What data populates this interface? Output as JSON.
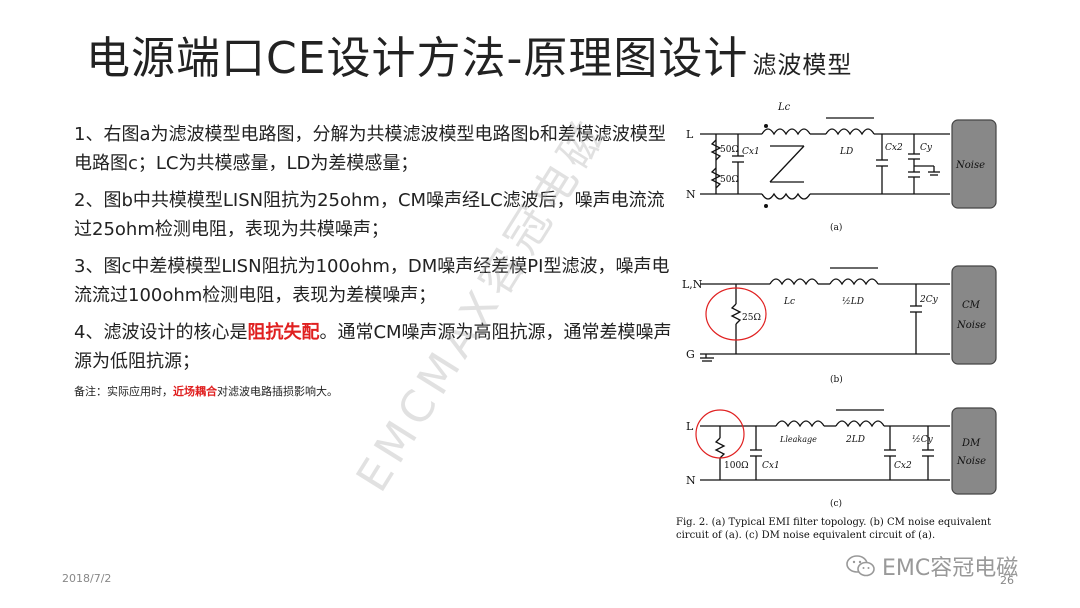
{
  "title": {
    "main": "电源端口CE设计方法-原理图设计",
    "sub": "滤波模型"
  },
  "points": [
    "1、右图a为滤波模型电路图，分解为共模滤波模型电路图b和差模滤波模型电路图c；LC为共模感量，LD为差模感量；",
    "2、图b中共模模型LISN阻抗为25ohm，CM噪声经LC滤波后，噪声电流流过25ohm检测电阻，表现为共模噪声；",
    "3、图c中差模模型LISN阻抗为100ohm，DM噪声经差模PI型滤波，噪声电流流过100ohm检测电阻，表现为差模噪声；"
  ],
  "point4": {
    "prefix": "4、滤波设计的核心是",
    "highlight": "阻抗失配",
    "suffix": "。通常CM噪声源为高阻抗源，通常差模噪声源为低阻抗源；"
  },
  "note": {
    "prefix": "备注：实际应用时，",
    "highlight": "近场耦合",
    "suffix": "对滤波电路插损影响大。"
  },
  "watermark": "EMCMAX容冠电磁",
  "circuit": {
    "a": {
      "L": "L",
      "N": "N",
      "r1": "50Ω",
      "r2": "50Ω",
      "cx1": "Cx1",
      "lc": "Lc",
      "ld": "LD",
      "cx2": "Cx2",
      "cy": "Cy",
      "noise": "Noise",
      "tag": "(a)"
    },
    "b": {
      "LN": "L,N",
      "G": "G",
      "r": "25Ω",
      "lc": "Lc",
      "ld": "½LD",
      "cy": "2Cy",
      "noise1": "CM",
      "noise2": "Noise",
      "tag": "(b)"
    },
    "c": {
      "L": "L",
      "N": "N",
      "r": "100Ω",
      "cx1": "Cx1",
      "lleak": "Lleakage",
      "ld": "2LD",
      "cx2": "Cx2",
      "cy": "½Cy",
      "noise1": "DM",
      "noise2": "Noise",
      "tag": "(c)"
    }
  },
  "caption": "Fig. 2.   (a) Typical EMI filter topology. (b) CM noise equivalent circuit of (a). (c) DM noise equivalent circuit of (a).",
  "footer": {
    "date": "2018/7/2",
    "brand": "EMC容冠电磁",
    "page": "26"
  }
}
